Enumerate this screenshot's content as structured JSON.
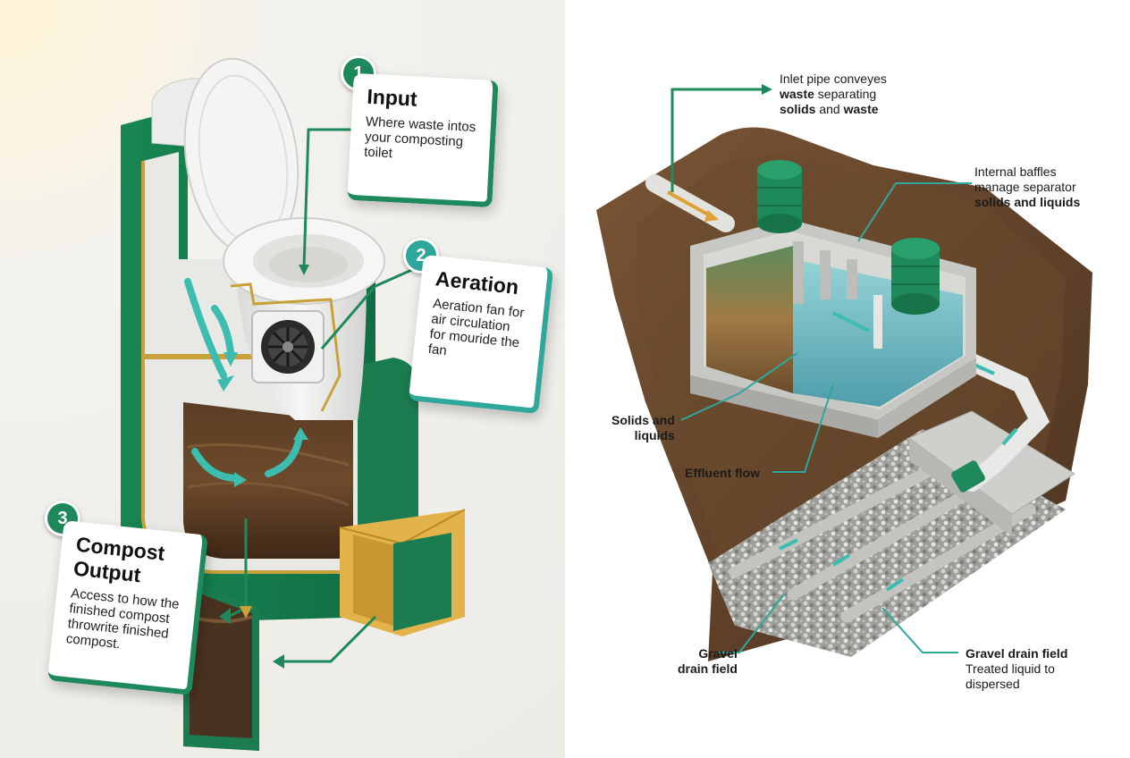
{
  "left": {
    "input": {
      "number": "1",
      "title": "Input",
      "text": "Where waste intos your composting toilet"
    },
    "aeration": {
      "number": "2",
      "title": "Aeration",
      "text": "Aeration fan for air circulation for mouride the fan"
    },
    "compost": {
      "number": "3",
      "title": "Compost Output",
      "text": "Access to how the finished compost throwrite finished compost."
    }
  },
  "right": {
    "inlet": {
      "line1": "Inlet pipe conveyes",
      "bold1": "waste",
      "rest1": " separating",
      "bold2": "solids",
      "rest2": " and ",
      "bold3": "waste"
    },
    "baffles": {
      "line1": "Internal baffles",
      "line2": "manage separator",
      "bold": "solids and liquids"
    },
    "solids": {
      "line1": "Solids and",
      "line2": "liquids"
    },
    "effluent": {
      "text": "Effluent flow"
    },
    "gravel_left": {
      "line1": "Gravel",
      "line2": "drain field"
    },
    "gravel_right": {
      "title": "Gravel drain field",
      "line1": "Treated liquid to",
      "line2": "dispersed"
    }
  },
  "colors": {
    "green": "#1e8a5c",
    "teal": "#2fa79a",
    "mustard": "#c9a13a",
    "soil": "#6b4a30",
    "concrete": "#c7c7c4"
  }
}
